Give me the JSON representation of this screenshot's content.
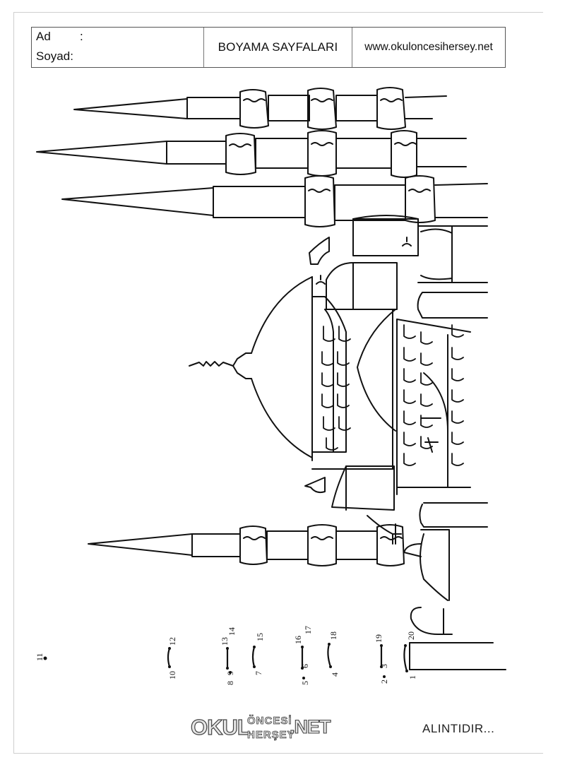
{
  "header": {
    "name_label": "Ad",
    "name_colon": ":",
    "surname_label": "Soyad:",
    "title": "BOYAMA SAYFALARI",
    "website": "www.okuloncesihersey.net"
  },
  "dots": [
    "1",
    "2",
    "3",
    "4",
    "5",
    "6",
    "7",
    "8",
    "9",
    "10",
    "11",
    "12",
    "13",
    "14",
    "15",
    "16",
    "17",
    "18",
    "19",
    "20"
  ],
  "logo": {
    "okul": "OKUL",
    "oncesi": "ÖNCESİ",
    "hersey": "HERŞEY",
    "net": ".NET"
  },
  "footer": {
    "credit": "ALINTIDIR..."
  },
  "colors": {
    "line": "#111111",
    "border": "#555555"
  }
}
